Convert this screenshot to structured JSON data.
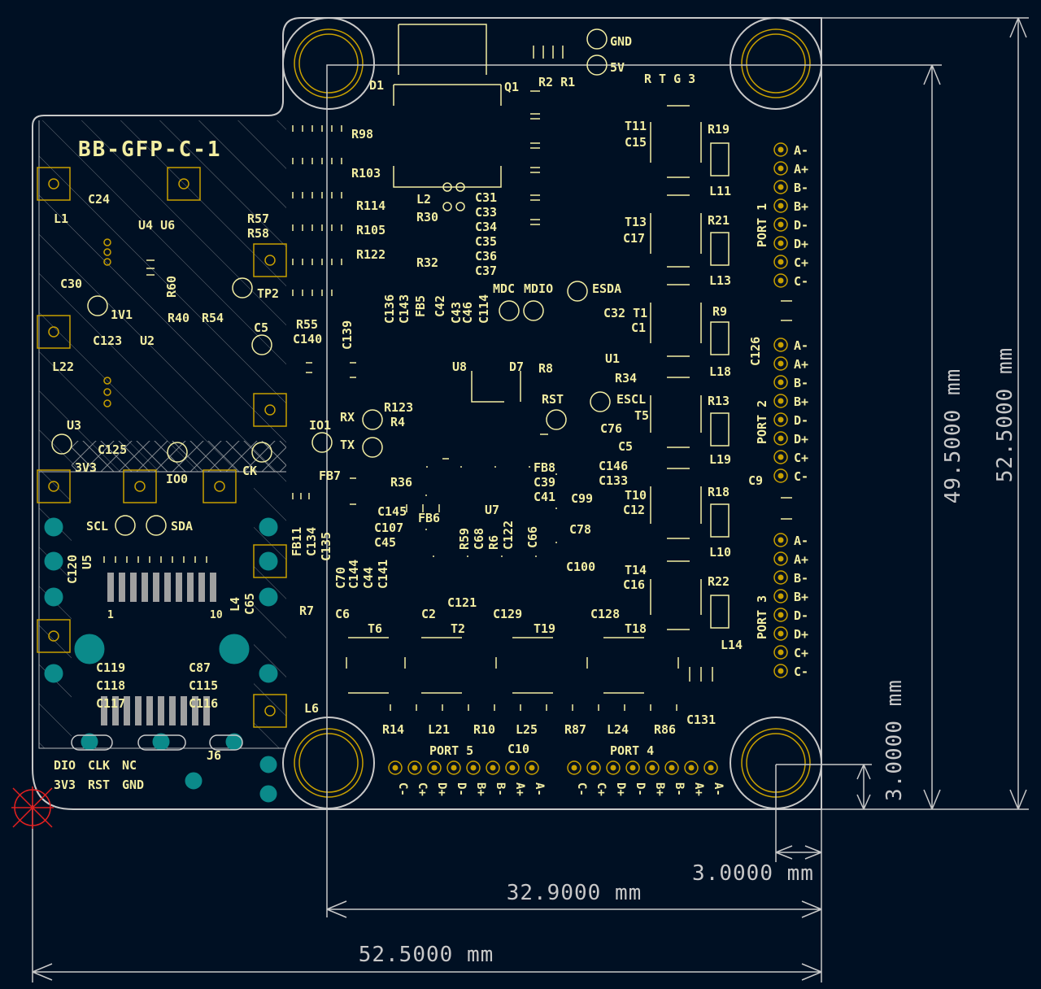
{
  "board": {
    "title": "BB-GFP-C-1",
    "colors": {
      "background": "#001023",
      "silk": "#f2eda1",
      "edge": "#c8c8c8",
      "pad": "#0b8a8a",
      "via": "#c8a000",
      "origin": "#e02020"
    }
  },
  "dimensions": {
    "bottom_outer": "52.5000 mm",
    "bottom_inner": "32.9000 mm",
    "hole_x": "3.0000 mm",
    "right_outer": "52.5000 mm",
    "right_inner": "49.5000 mm",
    "hole_y": "3.0000 mm"
  },
  "ports": {
    "port1": "PORT 1",
    "port2": "PORT 2",
    "port3": "PORT 3",
    "port4": "PORT 4",
    "port5": "PORT 5"
  },
  "port_pins": [
    "A-",
    "A+",
    "B-",
    "B+",
    "D-",
    "D+",
    "C+",
    "C-"
  ],
  "bottom_pins": [
    "C-",
    "C+",
    "D+",
    "D-",
    "B+",
    "B-",
    "A+",
    "A-"
  ],
  "test_points": {
    "gnd": "GND",
    "v5": "5V",
    "rtg3": "R T G 3",
    "mdc": "MDC",
    "mdio": "MDIO",
    "esda": "ESDA",
    "escl": "ESCL",
    "rst": "RST",
    "rx": "RX",
    "tx": "TX",
    "io1": "IO1",
    "io0": "IO0",
    "ck": "CK",
    "scl": "SCL",
    "sda": "SDA",
    "tp2": "TP2",
    "v1v1": "1V1",
    "v3v3": "3V3",
    "dio": "DIO",
    "clk": "CLK",
    "nc": "NC",
    "v3v3b": "3V3",
    "rstb": "RST",
    "gndb": "GND",
    "j6": "J6",
    "pin1": "1",
    "pin10": "10"
  },
  "designators": {
    "D1": "D1",
    "Q1": "Q1",
    "R2R1": "R2 R1",
    "R98": "R98",
    "R103": "R103",
    "R114": "R114",
    "R105": "R105",
    "R122": "R122",
    "L2": "L2",
    "R30": "R30",
    "R32": "R32",
    "C31": "C31",
    "C33": "C33",
    "C34": "C34",
    "C35": "C35",
    "C36": "C36",
    "C37": "C37",
    "T11": "T11",
    "C15": "C15",
    "R19": "R19",
    "L11": "L11",
    "T13": "T13",
    "C17": "C17",
    "R21": "R21",
    "L13": "L13",
    "C32T1": "C32 T1",
    "C1": "C1",
    "R9": "R9",
    "L18": "L18",
    "C126": "C126",
    "U1": "U1",
    "R34": "R34",
    "T5": "T5",
    "R13": "R13",
    "L19": "L19",
    "C76": "C76",
    "C5b": "C5",
    "C146": "C146",
    "C133": "C133",
    "C9": "C9",
    "T10": "T10",
    "C12": "C12",
    "R18": "R18",
    "L10": "L10",
    "T14": "T14",
    "C16": "C16",
    "R22": "R22",
    "L14": "L14",
    "C24": "C24",
    "L1": "L1",
    "U4U6": "U4 U6",
    "R57": "R57",
    "R58": "R58",
    "C30": "C30",
    "R60": "R60",
    "R40": "R40",
    "R54": "R54",
    "C5": "C5",
    "C123": "C123",
    "U2": "U2",
    "L22": "L22",
    "U3": "U3",
    "C125": "C125",
    "R55": "R55",
    "C140": "C140",
    "C139": "C139",
    "C136": "C136",
    "C143": "C143",
    "FB5": "FB5",
    "C42": "C42",
    "C43": "C43",
    "C46": "C46",
    "C114": "C114",
    "U8": "U8",
    "D7": "D7",
    "R8": "R8",
    "R123": "R123",
    "R4": "R4",
    "R36": "R36",
    "FB7": "FB7",
    "FB8": "FB8",
    "C39": "C39",
    "C41": "C41",
    "C99": "C99",
    "C145": "C145",
    "C107": "C107",
    "C45": "C45",
    "FB6": "FB6",
    "U7": "U7",
    "R59": "R59",
    "C68": "C68",
    "R6": "R6",
    "C122": "C122",
    "C66": "C66",
    "C78": "C78",
    "FB11": "FB11",
    "C134": "C134",
    "C135": "C135",
    "C70": "C70",
    "C144": "C144",
    "C44": "C44",
    "C141": "C141",
    "C100": "C100",
    "C120": "C120",
    "U5": "U5",
    "L4": "L4",
    "C65": "C65",
    "R7": "R7",
    "C6": "C6",
    "C2": "C2",
    "C121": "C121",
    "C129": "C129",
    "C128": "C128",
    "T6": "T6",
    "T2": "T2",
    "T19": "T19",
    "T18": "T18",
    "C119": "C119",
    "C118": "C118",
    "C117": "C117",
    "C87": "C87",
    "C115": "C115",
    "C116": "C116",
    "L6": "L6",
    "R14": "R14",
    "L21": "L21",
    "R10": "R10",
    "L25": "L25",
    "R87": "R87",
    "L24": "L24",
    "R86": "R86",
    "C131": "C131",
    "C10": "C10"
  }
}
